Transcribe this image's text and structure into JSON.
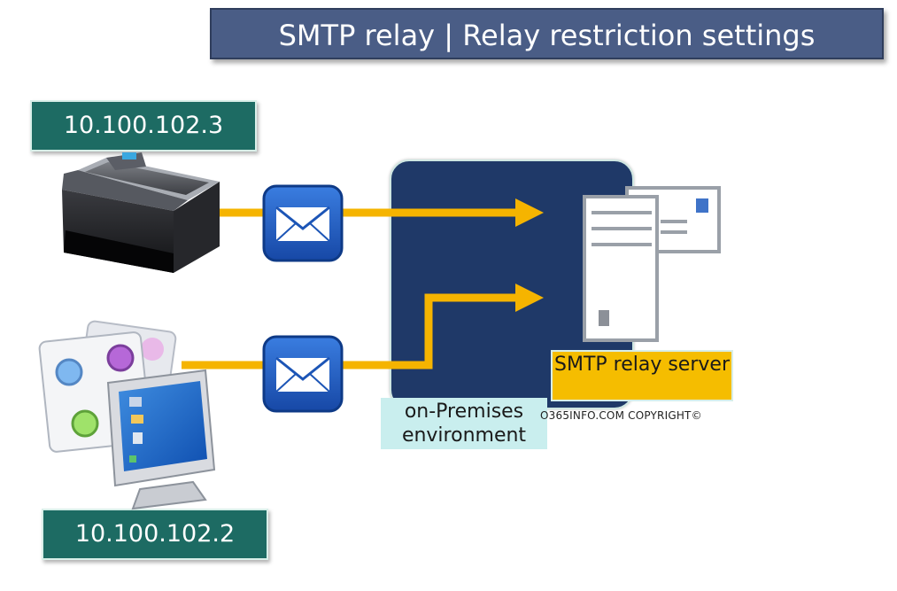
{
  "title": "SMTP relay | Relay restriction settings",
  "devices": {
    "printer_ip": "10.100.102.3",
    "computer_ip": "10.100.102.2"
  },
  "environment_label": "on-Premises environment",
  "server_label": "SMTP relay server",
  "copyright": "O365INFO.COM COPYRIGHT©",
  "icons": [
    "printer-icon",
    "desktop-computer-icon",
    "envelope-icon",
    "server-icon",
    "mail-document-icon"
  ],
  "colors": {
    "title_bg": "#4a5d86",
    "ip_box_bg": "#1d6b63",
    "environment_bg": "#1f3968",
    "arrow": "#f5b400",
    "server_label_bg": "#f5bd00",
    "env_label_bg": "#c9eeee"
  }
}
